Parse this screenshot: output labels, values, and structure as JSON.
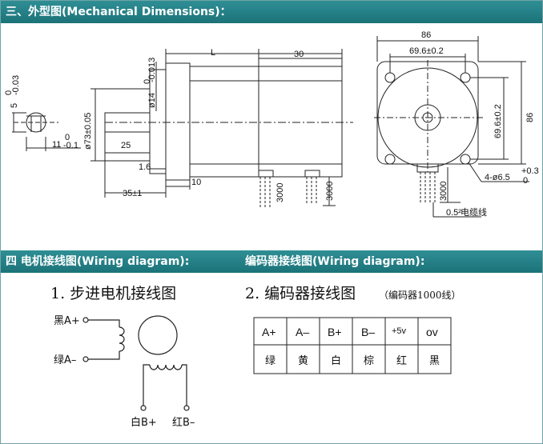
{
  "headers": {
    "dimensions": "三、外型图(Mechanical Dimensions)：",
    "wiring_left": "四   电机接线图(Wiring diagram):",
    "wiring_right": "编码器接线图(Wiring diagram):"
  },
  "side_view": {
    "length_label": "L",
    "encoder_len": "30",
    "shaft_dia": "ø14",
    "shaft_tol_top": "0",
    "shaft_tol_bot": "-0.013",
    "pilot_dia": "ø73±0.05",
    "shaft_len": "25",
    "flange_thk": "1.6",
    "flange_len": "35±1",
    "gap": "10",
    "cable1": "3000",
    "cable2": "3000"
  },
  "shaft_end": {
    "key_width": "5",
    "key_tol_top": "0",
    "key_tol_bot": "-0.03",
    "flat_depth": "11",
    "flat_tol_top": "0",
    "flat_tol_bot": "-0.1"
  },
  "front_view": {
    "width": "86",
    "hole_spacing": "69.6±0.2",
    "height": "86",
    "hole_spacing_v": "69.6±0.2",
    "hole_dia": "4-ø6.5",
    "hole_tol_top": "+0.3",
    "hole_tol_bot": "0",
    "cable": "3000",
    "wire_gauge": "0.5²",
    "wire_note": "电缆线"
  },
  "motor_wiring": {
    "title": "1. 步进电机接线图",
    "a_plus": "黑A+",
    "a_minus": "绿A–",
    "b_plus": "白B+",
    "b_minus": "红B–"
  },
  "encoder_wiring": {
    "title": "2. 编码器接线图",
    "subtitle": "（编码器1000线）",
    "signals": [
      "A+",
      "A–",
      "B+",
      "B–",
      "+5v",
      "ov"
    ],
    "colors": [
      "绿",
      "黄",
      "白",
      "棕",
      "红",
      "黑"
    ]
  }
}
